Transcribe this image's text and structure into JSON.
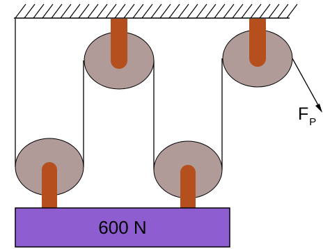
{
  "load": {
    "label": "600 N",
    "fill_color": "#8e5ed0"
  },
  "force": {
    "symbol": "F",
    "subscript": "P"
  },
  "colors": {
    "pulley": "#b19b99",
    "axle": "#b5501e",
    "rope": "#000000",
    "ceiling_hatch": "#000000"
  },
  "components": {
    "fixed_pulleys": 2,
    "movable_pulleys": 2
  }
}
